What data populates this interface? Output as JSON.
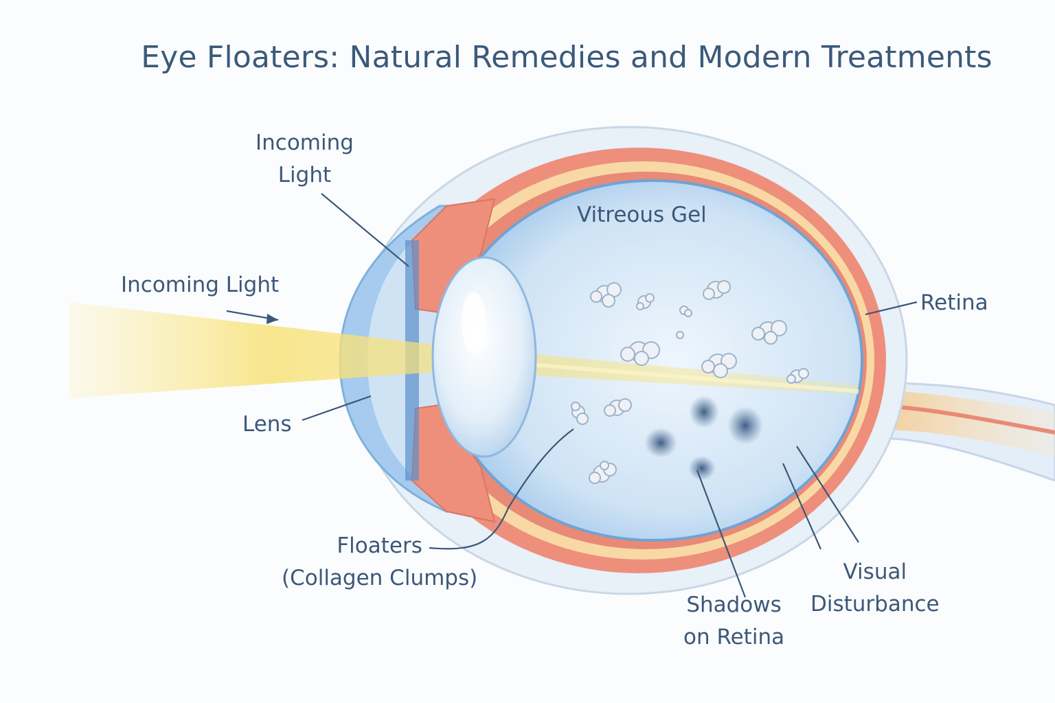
{
  "title": "Eye Floaters: Natural Remedies and Modern Treatments",
  "labels": {
    "incoming_light_top_line1": "Incoming",
    "incoming_light_top_line2": "Light",
    "incoming_light_side": "Incoming Light",
    "lens": "Lens",
    "vitreous_gel": "Vitreous Gel",
    "retina": "Retina",
    "floaters_line1": "Floaters",
    "floaters_line2": "(Collagen Clumps)",
    "shadows_line1": "Shadows",
    "shadows_line2": "on Retina",
    "visual_line1": "Visual",
    "visual_line2": "Disturbance"
  },
  "colors": {
    "title": "#3b5a7a",
    "label": "#3c5878",
    "sclera": "#ee8f7c",
    "choroid_band": "#f8d9a6",
    "vitreous": "#c9e0f4",
    "cornea": "#8fbde6",
    "light_beam": "#f7e27a",
    "floater": "#e9eef5",
    "shadow": "#4c6c95"
  }
}
